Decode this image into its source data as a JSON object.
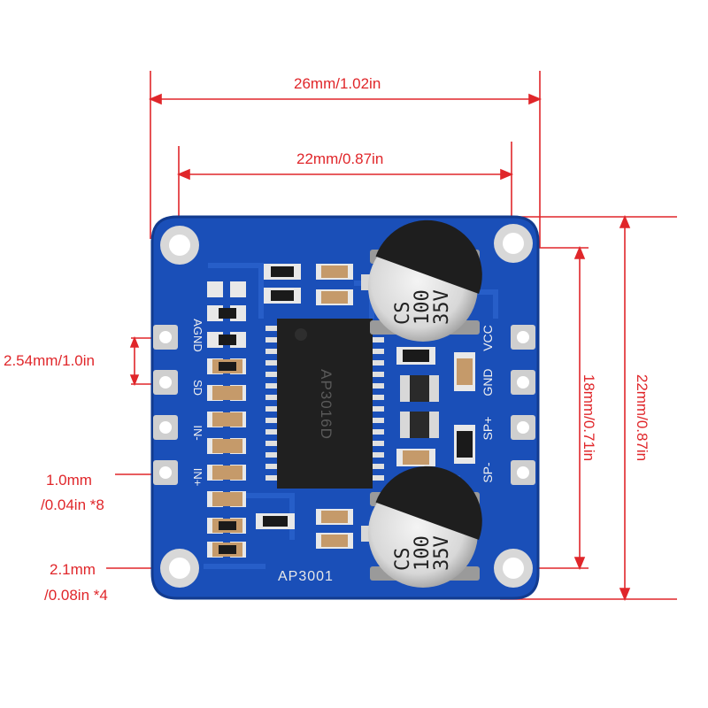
{
  "dimensions": {
    "overall_width": "26mm/1.02in",
    "hole_spacing_width": "22mm/0.87in",
    "hole_spacing_height": "18mm/0.71in",
    "overall_height": "22mm/0.87in",
    "pin_pitch": "2.54mm/1.0in",
    "pin_hole_line1": "1.0mm",
    "pin_hole_line2": "/0.04in *8",
    "mount_hole_line1": "2.1mm",
    "mount_hole_line2": "/0.08in *4"
  },
  "board": {
    "chip_label": "AP3016D",
    "board_label": "AP3001",
    "left_pins": [
      "AGND",
      "SD",
      "IN-",
      "IN+"
    ],
    "right_pins": [
      "VCC",
      "GND",
      "SP+",
      "SP-"
    ],
    "capacitor_top": {
      "brand": "CS",
      "value": "100",
      "voltage": "35V"
    },
    "capacitor_bottom": {
      "brand": "CS",
      "value": "100",
      "voltage": "35V"
    }
  },
  "colors": {
    "pcb": "#1a4fb8",
    "dimension": "#e0262a"
  }
}
